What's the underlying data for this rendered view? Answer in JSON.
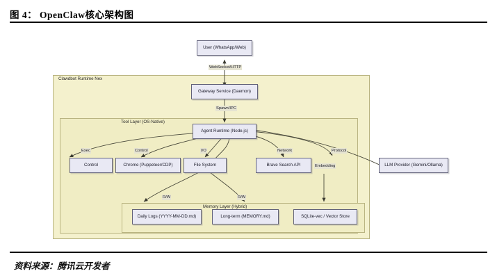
{
  "header": {
    "figure_title": "图 4： OpenClaw核心架构图",
    "source": "资料来源：腾讯云开发者"
  },
  "diagram": {
    "panels": [
      {
        "id": "runtime",
        "label": "Clawdbot Runtime Nex"
      },
      {
        "id": "tool_layer",
        "label": "Tool Layer (OS-Native)"
      },
      {
        "id": "memory_layer",
        "label": "Memory Layer (Hybrid)"
      }
    ],
    "nodes": [
      {
        "id": "user",
        "label": "User (WhatsApp/Web)"
      },
      {
        "id": "gateway",
        "label": "Gateway Service (Daemon)"
      },
      {
        "id": "agent",
        "label": "Agent Runtime (Node.js)"
      },
      {
        "id": "control",
        "label": "Control"
      },
      {
        "id": "chrome",
        "label": "Chrome (Puppeteer/CDP)"
      },
      {
        "id": "filesystem",
        "label": "File System"
      },
      {
        "id": "brave",
        "label": "Brave Search API"
      },
      {
        "id": "llm",
        "label": "LLM Provider (Gemini/Ollama)"
      },
      {
        "id": "dailylogs",
        "label": "Daily Logs (YYYY-MM-DD.md)"
      },
      {
        "id": "longterm",
        "label": "Long-term (MEMORY.md)"
      },
      {
        "id": "sqlitevec",
        "label": "SQLite-vec / Vector Store"
      }
    ],
    "edge_labels": [
      {
        "id": "ws_http",
        "label": "WebSocket/HTTP"
      },
      {
        "id": "spawn_ipc",
        "label": "Spawn/IPC"
      },
      {
        "id": "exec",
        "label": "Exec"
      },
      {
        "id": "control",
        "label": "Control"
      },
      {
        "id": "io",
        "label": "I/O"
      },
      {
        "id": "network",
        "label": "Network"
      },
      {
        "id": "protocol",
        "label": "Protocol"
      },
      {
        "id": "embedding",
        "label": "Embedding"
      },
      {
        "id": "rw_left",
        "label": "R/W"
      },
      {
        "id": "rw_right",
        "label": "R/W"
      }
    ],
    "colors": {
      "panel_fill": "#f4f1cd",
      "panel_border": "#b9b481",
      "node_fill": "#e9e9f4",
      "node_border": "#62627a",
      "wire": "#4a4a3c"
    }
  }
}
